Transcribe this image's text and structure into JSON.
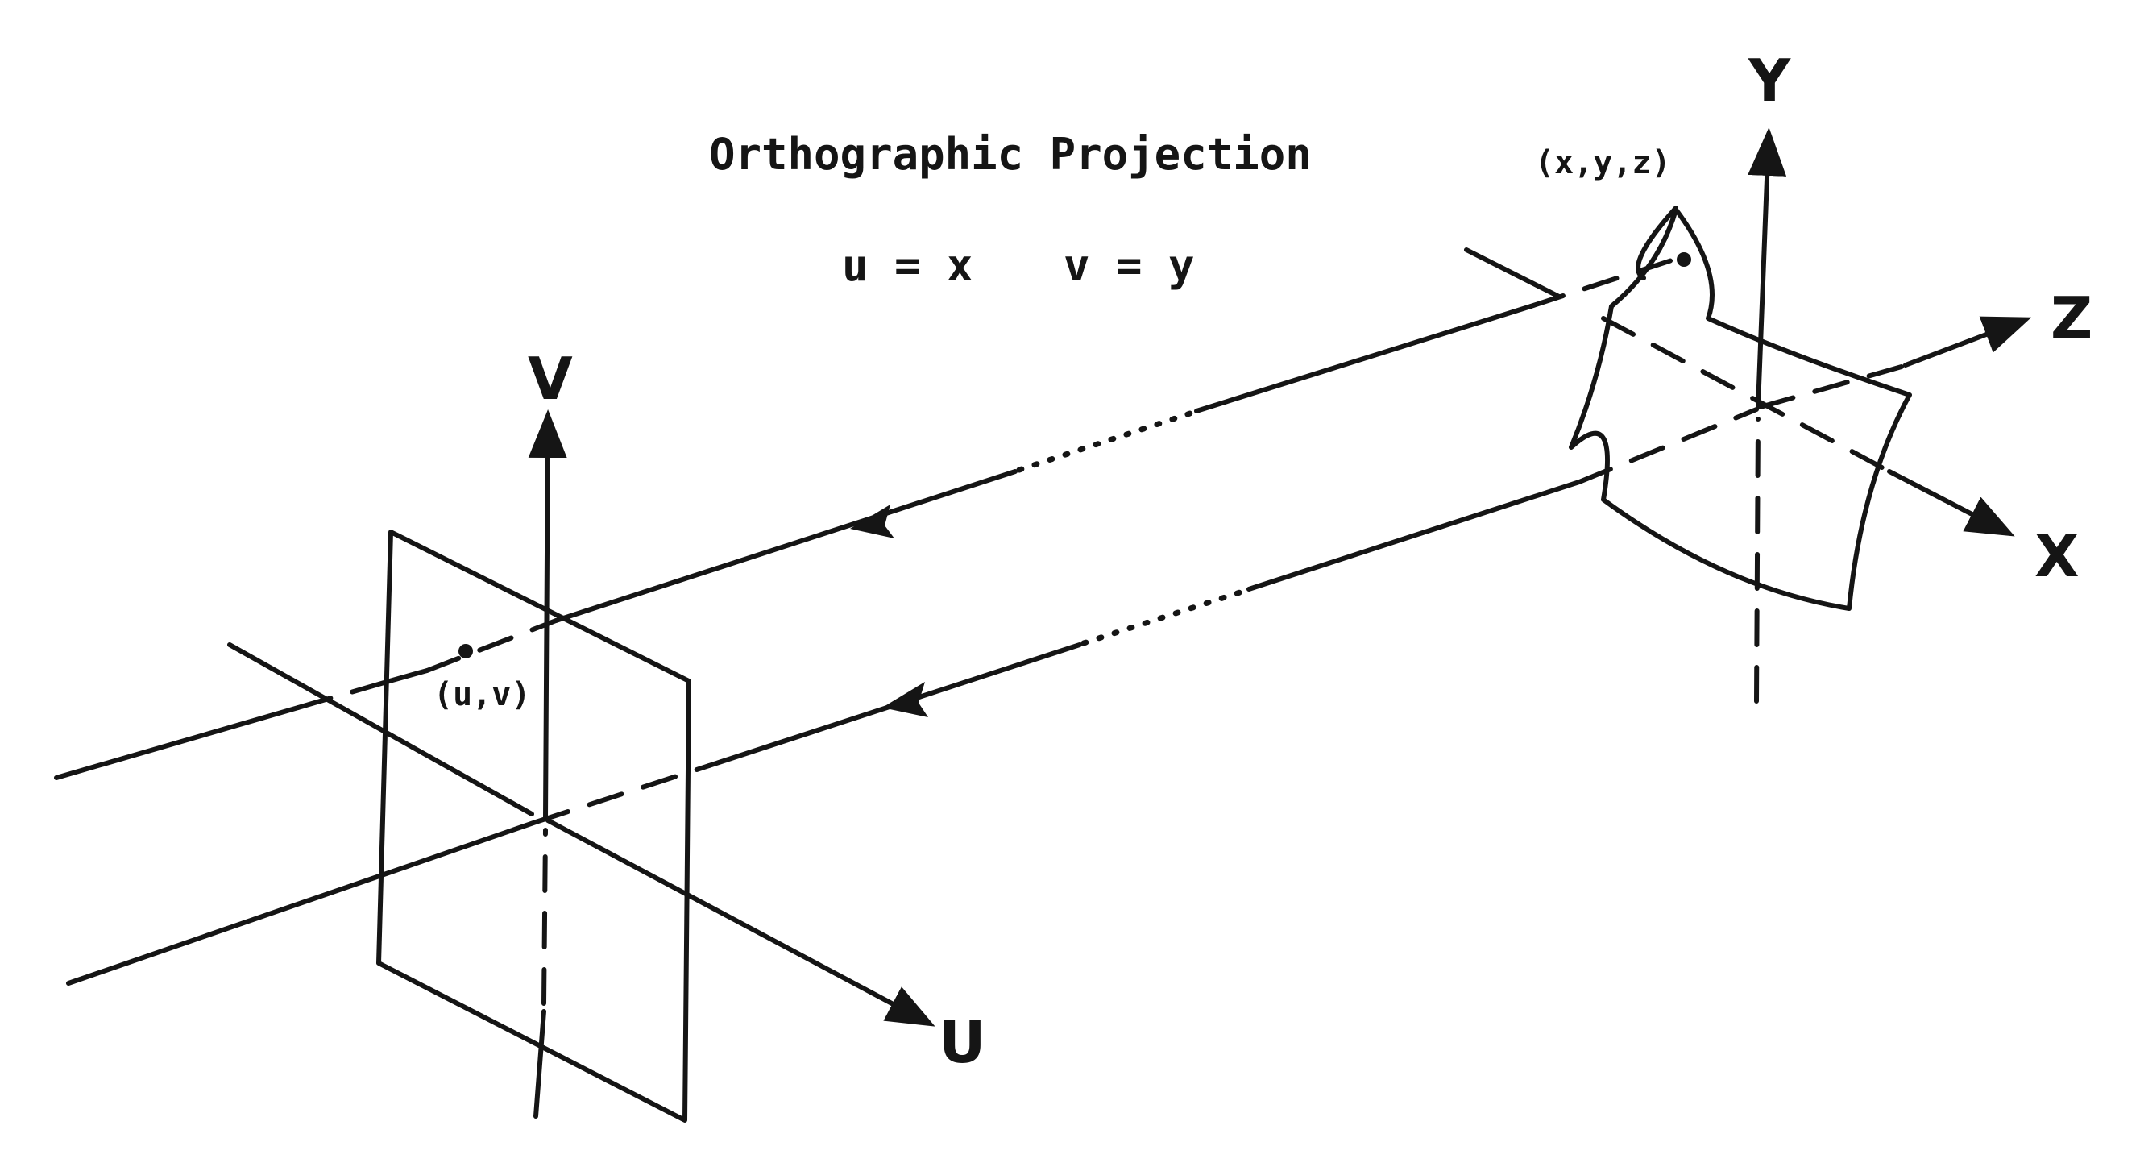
{
  "title": "Orthographic Projection",
  "equations": {
    "u": "u = x",
    "v": "v = y"
  },
  "labels": {
    "object_point": "(x,y,z)",
    "image_point": "(u,v)",
    "axis_x": "X",
    "axis_y": "Y",
    "axis_z": "Z",
    "axis_u": "U",
    "axis_v": "V"
  },
  "colors": {
    "ink": "#151515",
    "background": "#ffffff"
  }
}
